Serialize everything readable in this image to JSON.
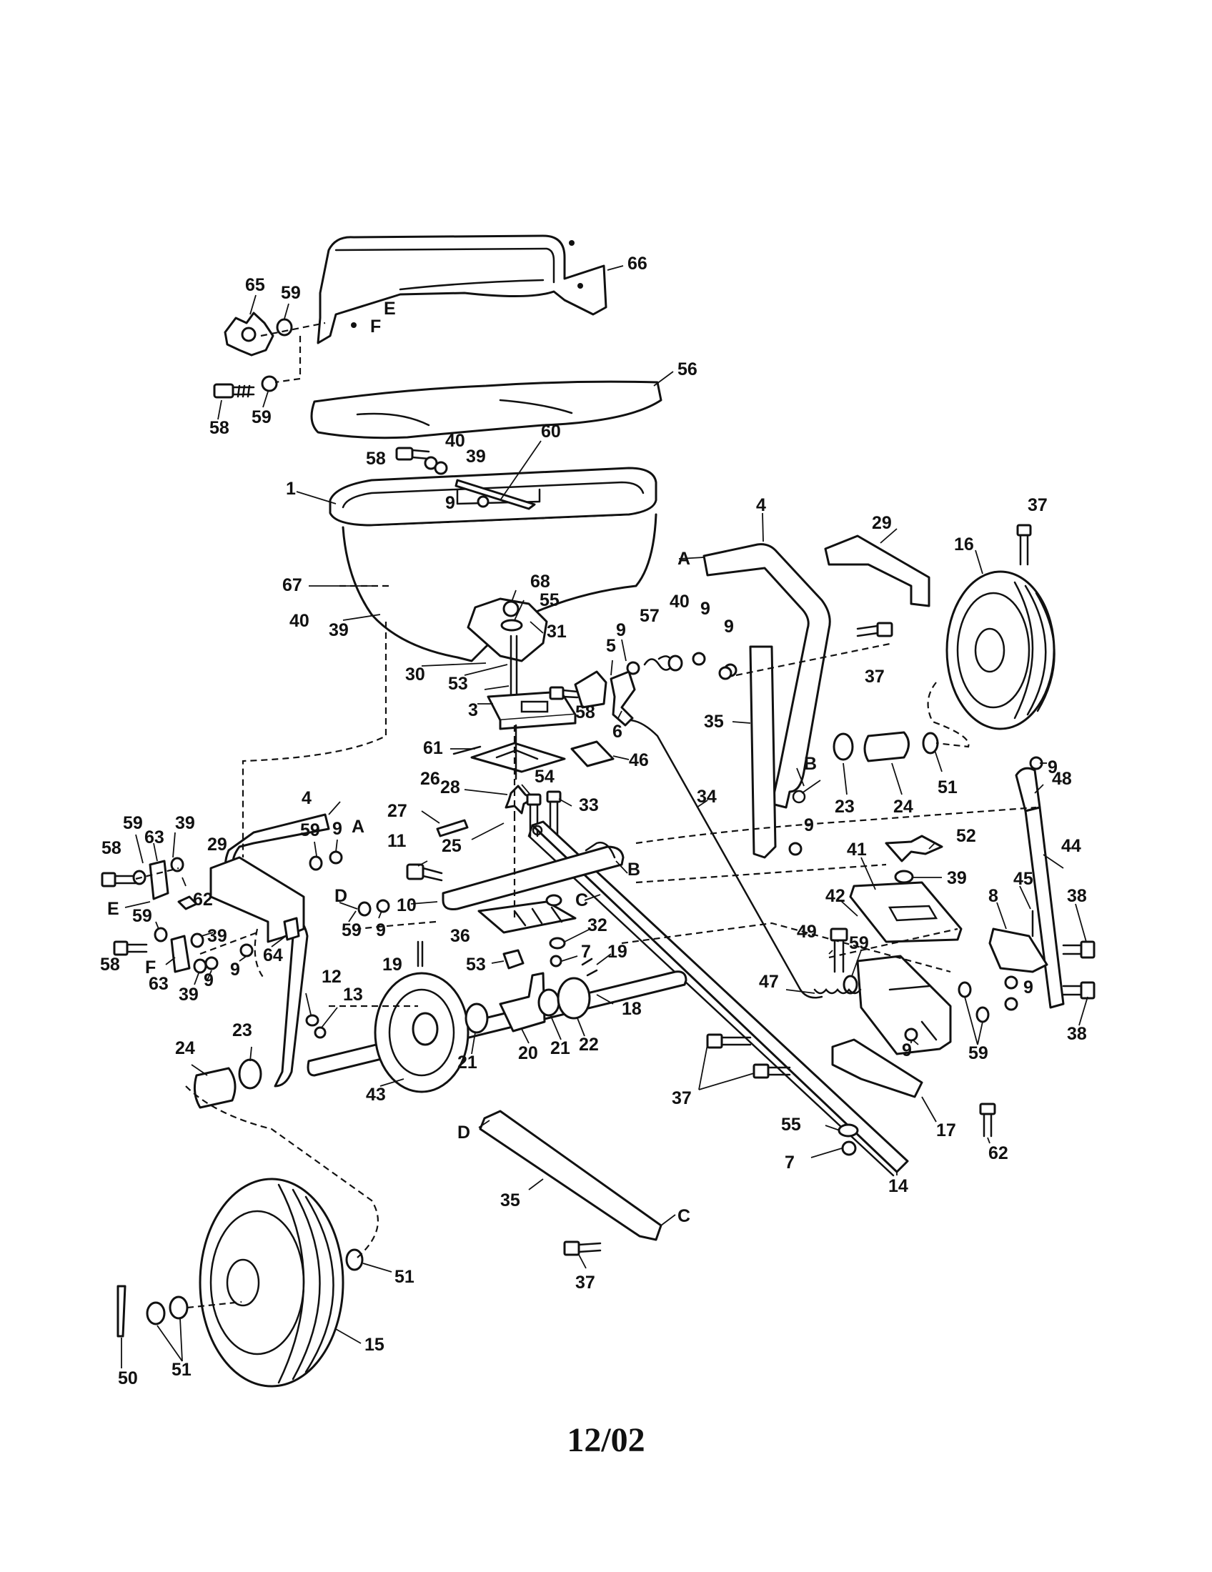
{
  "callouts": [
    {
      "label": "66"
    },
    {
      "label": "65"
    },
    {
      "label": "59"
    },
    {
      "label": "E"
    },
    {
      "label": "F"
    },
    {
      "label": "56"
    },
    {
      "label": "58"
    },
    {
      "label": "59"
    },
    {
      "label": "58"
    },
    {
      "label": "40"
    },
    {
      "label": "39"
    },
    {
      "label": "60"
    },
    {
      "label": "1"
    },
    {
      "label": "9"
    },
    {
      "label": "4"
    },
    {
      "label": "A"
    },
    {
      "label": "29"
    },
    {
      "label": "37"
    },
    {
      "label": "16"
    },
    {
      "label": "67"
    },
    {
      "label": "68"
    },
    {
      "label": "55"
    },
    {
      "label": "40"
    },
    {
      "label": "39"
    },
    {
      "label": "31"
    },
    {
      "label": "9"
    },
    {
      "label": "57"
    },
    {
      "label": "40"
    },
    {
      "label": "9"
    },
    {
      "label": "9"
    },
    {
      "label": "5"
    },
    {
      "label": "37"
    },
    {
      "label": "30"
    },
    {
      "label": "53"
    },
    {
      "label": "58"
    },
    {
      "label": "3"
    },
    {
      "label": "6"
    },
    {
      "label": "35"
    },
    {
      "label": "61"
    },
    {
      "label": "26"
    },
    {
      "label": "46"
    },
    {
      "label": "34"
    },
    {
      "label": "B"
    },
    {
      "label": "23"
    },
    {
      "label": "24"
    },
    {
      "label": "51"
    },
    {
      "label": "9"
    },
    {
      "label": "4"
    },
    {
      "label": "A"
    },
    {
      "label": "48"
    },
    {
      "label": "28"
    },
    {
      "label": "54"
    },
    {
      "label": "27"
    },
    {
      "label": "33"
    },
    {
      "label": "59"
    },
    {
      "label": "63"
    },
    {
      "label": "39"
    },
    {
      "label": "58"
    },
    {
      "label": "29"
    },
    {
      "label": "59"
    },
    {
      "label": "9"
    },
    {
      "label": "25"
    },
    {
      "label": "11"
    },
    {
      "label": "B"
    },
    {
      "label": "9"
    },
    {
      "label": "52"
    },
    {
      "label": "44"
    },
    {
      "label": "E"
    },
    {
      "label": "62"
    },
    {
      "label": "D"
    },
    {
      "label": "10"
    },
    {
      "label": "C"
    },
    {
      "label": "41"
    },
    {
      "label": "39"
    },
    {
      "label": "59"
    },
    {
      "label": "9"
    },
    {
      "label": "42"
    },
    {
      "label": "45"
    },
    {
      "label": "38"
    },
    {
      "label": "59"
    },
    {
      "label": "39"
    },
    {
      "label": "36"
    },
    {
      "label": "32"
    },
    {
      "label": "8"
    },
    {
      "label": "58"
    },
    {
      "label": "64"
    },
    {
      "label": "9"
    },
    {
      "label": "F"
    },
    {
      "label": "9"
    },
    {
      "label": "19"
    },
    {
      "label": "53"
    },
    {
      "label": "7"
    },
    {
      "label": "19"
    },
    {
      "label": "49"
    },
    {
      "label": "59"
    },
    {
      "label": "9"
    },
    {
      "label": "63"
    },
    {
      "label": "39"
    },
    {
      "label": "12"
    },
    {
      "label": "13"
    },
    {
      "label": "18"
    },
    {
      "label": "47"
    },
    {
      "label": "38"
    },
    {
      "label": "24"
    },
    {
      "label": "23"
    },
    {
      "label": "21"
    },
    {
      "label": "20"
    },
    {
      "label": "21"
    },
    {
      "label": "22"
    },
    {
      "label": "9"
    },
    {
      "label": "59"
    },
    {
      "label": "43"
    },
    {
      "label": "37"
    },
    {
      "label": "17"
    },
    {
      "label": "55"
    },
    {
      "label": "62"
    },
    {
      "label": "7"
    },
    {
      "label": "14"
    },
    {
      "label": "D"
    },
    {
      "label": "35"
    },
    {
      "label": "C"
    },
    {
      "label": "37"
    },
    {
      "label": "51"
    },
    {
      "label": "15"
    },
    {
      "label": "50"
    },
    {
      "label": "51"
    }
  ],
  "footer": "12/02"
}
